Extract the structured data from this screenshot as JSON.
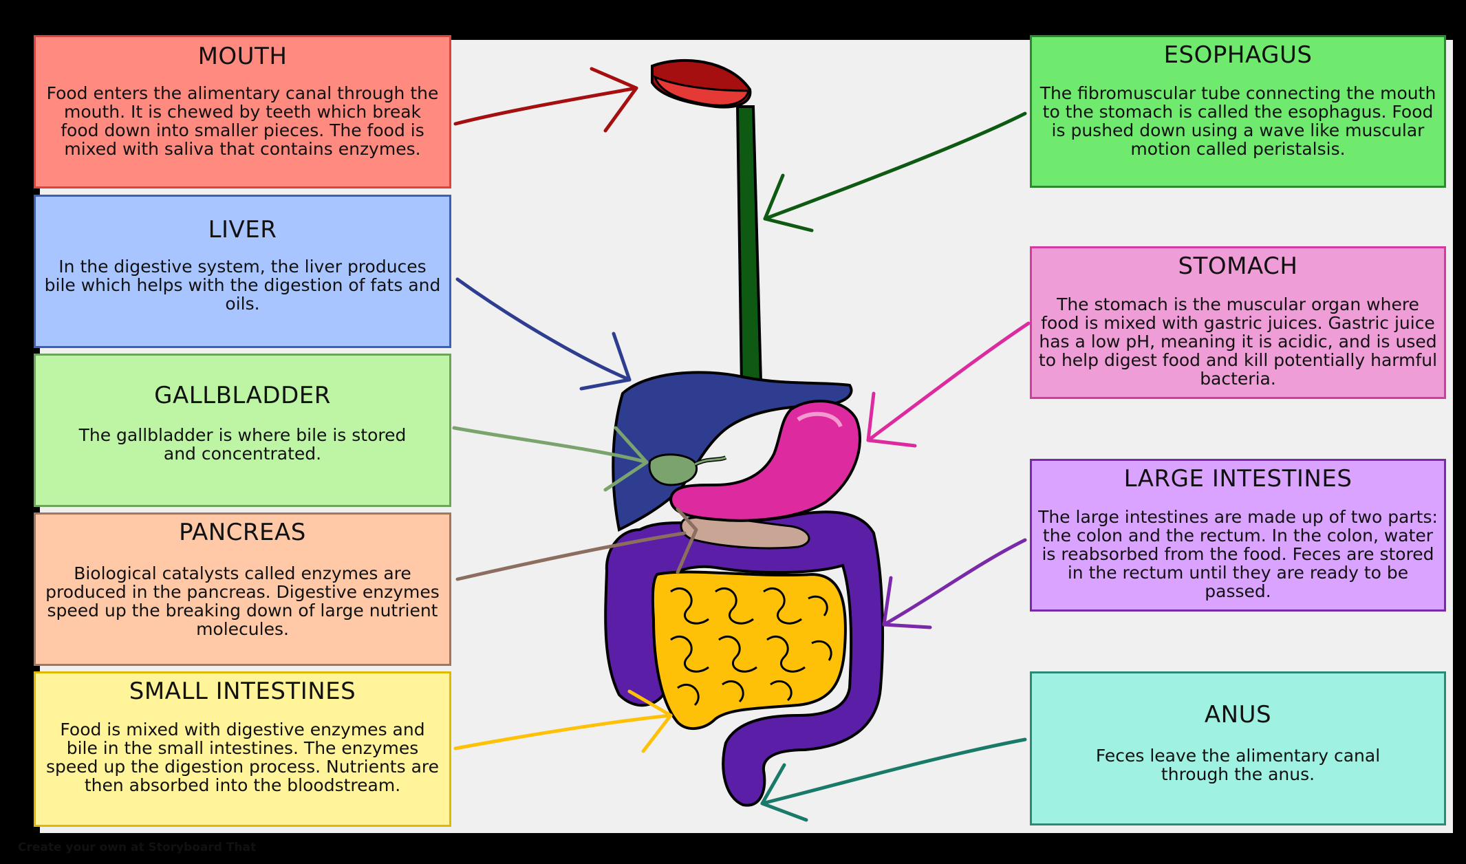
{
  "boxes": {
    "mouth": {
      "title": "MOUTH",
      "text": "Food enters the alimentary canal through the mouth. It is chewed by teeth which break food down into smaller pieces. The food is mixed with saliva that contains enzymes.",
      "bg": "#ff8a80",
      "border": "#e0413a"
    },
    "liver": {
      "title": "LIVER",
      "text": "In the digestive system, the liver produces bile which helps with the digestion of fats and oils.",
      "bg": "#a9c5ff",
      "border": "#3a5fb8"
    },
    "gallbladder": {
      "title": "GALLBLADDER",
      "text": "The gallbladder is where bile is stored and concentrated.",
      "bg": "#bdf5a5",
      "border": "#6aa55a"
    },
    "pancreas": {
      "title": "PANCREAS",
      "text": "Biological catalysts called enzymes are produced in the pancreas. Digestive enzymes speed up the breaking down of large nutrient molecules.",
      "bg": "#ffc9a8",
      "border": "#a0765e"
    },
    "small_intestines": {
      "title": "SMALL INTESTINES",
      "text": "Food is mixed with digestive enzymes and bile in the small intestines. The enzymes speed up the digestion process. Nutrients are then absorbed into the bloodstream.",
      "bg": "#fff49a",
      "border": "#e0b800"
    },
    "esophagus": {
      "title": "ESOPHAGUS",
      "text": "The fibromuscular tube connecting the mouth to the stomach is called the esophagus. Food is pushed down using a wave like muscular motion called peristalsis.",
      "bg": "#6fea6f",
      "border": "#2b8a2b"
    },
    "stomach": {
      "title": "STOMACH",
      "text": "The stomach is the muscular organ where food is mixed with gastric juices. Gastric juice has a low pH, meaning it is acidic, and is used to help digest food and kill potentially harmful bacteria.",
      "bg": "#ef9dd6",
      "border": "#d43aa0"
    },
    "large_intestines": {
      "title": "LARGE INTESTINES",
      "text": "The large intestines are made up of two parts: the colon and the rectum. In the colon, water is reabsorbed from the food. Feces are stored in the rectum until they are ready to be passed.",
      "bg": "#d9a3ff",
      "border": "#7a2aa8"
    },
    "anus": {
      "title": "ANUS",
      "text": "Feces leave the alimentary canal through the anus.",
      "bg": "#9ff2e2",
      "border": "#2a8a78"
    }
  },
  "colors": {
    "mouth": "#a50f0f",
    "esophagus": "#0f5a12",
    "liver": "#2e3d8f",
    "stomach": "#dd2a9e",
    "gallbladder": "#7aa36e",
    "pancreas": "#c9a596",
    "small_intestine": "#ffc107",
    "large_intestine": "#5b1ea6"
  },
  "credit": "Create your own at Storyboard That"
}
